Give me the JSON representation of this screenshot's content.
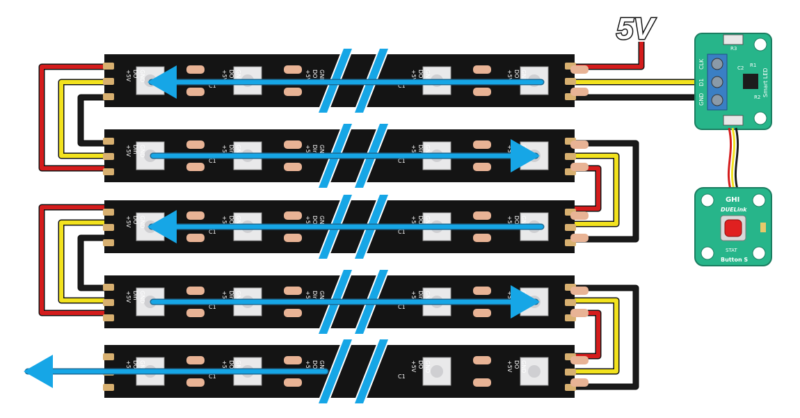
{
  "supply_label": "5V",
  "led_pad_labels": {
    "vcc": "+5V",
    "data_in": "Din",
    "data_out": "DO",
    "gnd": "GND",
    "cap": "C1"
  },
  "smart_led_board": {
    "name": "Smart LED",
    "pins": [
      "CLK",
      "D1",
      "GND"
    ],
    "parts": [
      "C2",
      "R1",
      "R2",
      "R3"
    ]
  },
  "button_board": {
    "brand": "GHI",
    "series": "DUELink",
    "status_label": "STAT",
    "name": "Button S"
  },
  "colors": {
    "strip": "#141414",
    "wire_power": "#d41c1c",
    "wire_data": "#f2e21e",
    "wire_ground": "#1a1a1a",
    "arrow": "#16a6e6",
    "pcb_green": "#27b58a",
    "button_red": "#e02020",
    "terminal_blue": "#3a7fc4"
  }
}
